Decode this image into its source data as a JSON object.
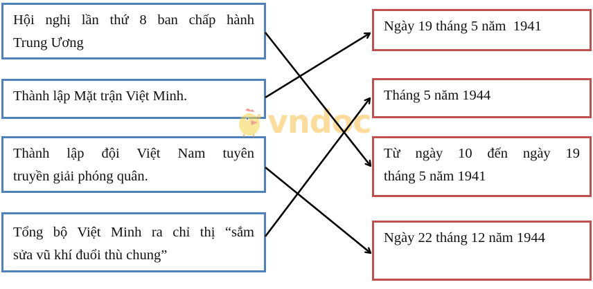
{
  "diagram": {
    "type": "matching",
    "left_items": [
      {
        "id": "L1",
        "text": "Hội nghị lần thứ 8 ban chấp hành Trung Ương",
        "lines": [
          "Hội nghị lần thứ 8 ban chấp hành",
          "Trung Ương"
        ]
      },
      {
        "id": "L2",
        "text": "Thành lập Mặt trận Việt Minh.",
        "lines": [
          "Thành lập Mặt trận Việt Minh."
        ]
      },
      {
        "id": "L3",
        "text": "Thành lập đội Việt Nam tuyên truyền giải phóng quân.",
        "lines": [
          "Thành lập đội Việt Nam tuyên",
          "truyền giải phóng quân."
        ]
      },
      {
        "id": "L4",
        "text": "Tổng bộ Việt Minh ra chỉ thị “sắm sửa vũ khí đuổi thù chung”",
        "lines": [
          "Tổng bộ Việt Minh ra chỉ thị “sắm",
          "sửa vũ khí đuổi thù chung”"
        ]
      }
    ],
    "right_items": [
      {
        "id": "R1",
        "text": "Ngày 19 tháng 5 năm  1941",
        "lines": [
          "Ngày 19 tháng 5 năm  1941"
        ]
      },
      {
        "id": "R2",
        "text": "Tháng 5 năm 1944",
        "lines": [
          "Tháng 5 năm 1944"
        ]
      },
      {
        "id": "R3",
        "text": "Từ ngày 10 đến ngày 19 tháng 5 năm 1941",
        "lines": [
          "Từ ngày 10 đến ngày 19",
          "tháng 5 năm 1941"
        ]
      },
      {
        "id": "R4",
        "text": "Ngày 22 tháng 12 năm 1944",
        "lines": [
          "Ngày 22 tháng 12 năm 1944"
        ]
      }
    ],
    "connections": [
      {
        "from": "L1",
        "to": "R3"
      },
      {
        "from": "L2",
        "to": "R1"
      },
      {
        "from": "L3",
        "to": "R4"
      },
      {
        "from": "L4",
        "to": "R2"
      }
    ],
    "colors": {
      "left_border": "#4f81bd",
      "right_border": "#c0504d",
      "arrow": "#000000",
      "watermark": "#f9c04a"
    }
  },
  "watermark": {
    "text": "vndoc"
  }
}
